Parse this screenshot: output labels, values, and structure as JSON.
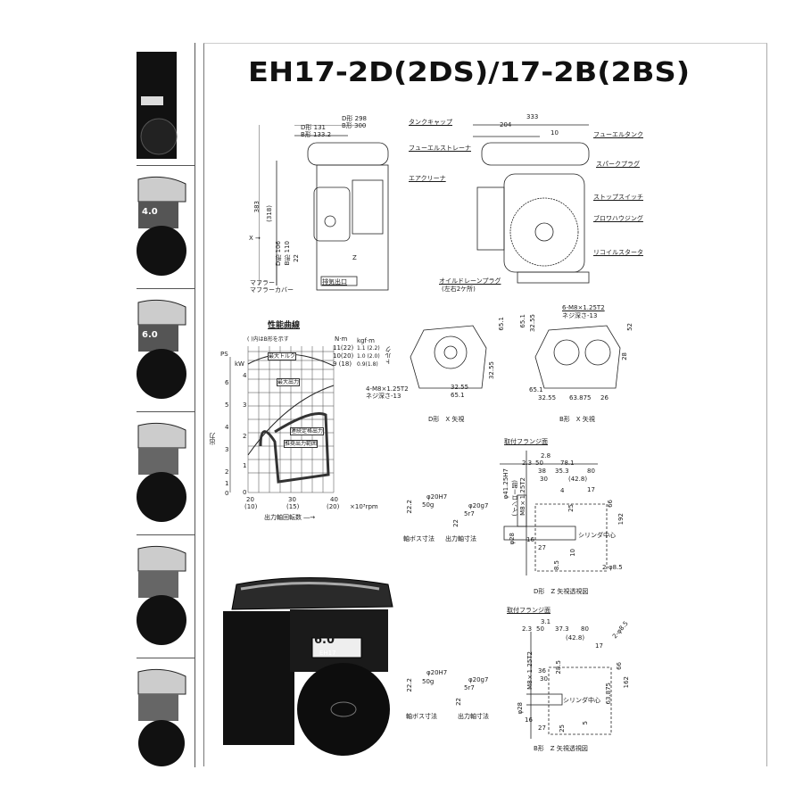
{
  "title": "EH17-2D(2DS)/17-2B(2BS)",
  "front_view": {
    "dims": [
      "D形 298",
      "B形 300",
      "D形 131",
      "B形 133.2",
      "383",
      "(318)",
      "D形 106",
      "B形 110",
      "22"
    ],
    "x_marker": "X →",
    "labels": [
      "タンクキャップ",
      "フューエルストレーナ",
      "エアクリーナ",
      "マフラー",
      "マフラーカバー",
      "排気出口"
    ],
    "z_marker": "Z"
  },
  "side_view": {
    "dims": [
      "333",
      "204",
      "10"
    ],
    "labels": [
      "フューエルタンク",
      "スパークプラグ",
      "ストップスイッチ",
      "ブロワハウジング",
      "リコイルスタータ",
      "オイルドレーンプラグ",
      "(左右2ケ所)"
    ]
  },
  "performance": {
    "title": "性能曲線",
    "note": "( )内はB形を示す",
    "ps_label": "PS",
    "kw_label": "kW",
    "ps_ticks": [
      "0",
      "1",
      "2",
      "3",
      "4",
      "5",
      "6"
    ],
    "kw_ticks": [
      "0",
      "1",
      "2",
      "3",
      "4"
    ],
    "torque_units": [
      "N·m",
      "kgf·m"
    ],
    "torque_nm": [
      "11(22)",
      "10(20)",
      "9 (18)"
    ],
    "torque_kgf": [
      "1.1 (2.2)",
      "1.0 (2.0)",
      "0.9(1.8)"
    ],
    "torque_axis": "トルク",
    "power_axis": "出力",
    "x_ticks": [
      "20",
      "30",
      "40"
    ],
    "x_ticks_b": [
      "(10)",
      "(15)",
      "(20)"
    ],
    "x_unit": "×10³rpm",
    "xlabel": "出力軸回転数 ―→",
    "curve_labels": [
      "最大トルク",
      "最大出力",
      "連続定格出力",
      "推奨出力範囲"
    ]
  },
  "x_view_d": {
    "labels": [
      "4-M8×1.25T2",
      "ネジ深さ-13",
      "32.55",
      "65.1",
      "65.1",
      "32.55"
    ],
    "caption": "D形　X 矢視"
  },
  "x_view_b": {
    "labels": [
      "6-M8×1.25T2",
      "ネジ深さ-13",
      "65.1",
      "32.55",
      "52",
      "28",
      "65.1",
      "32.55",
      "63.875",
      "26"
    ],
    "caption": "B形　X 矢視"
  },
  "z_view_d": {
    "flange": "取付フランジ面",
    "dims": [
      "2.8",
      "2.3",
      "50",
      "78.1",
      "38",
      "35.3",
      "80",
      "30",
      "(42.8)",
      "4",
      "17",
      "φ41.25H7",
      "(インロー部)",
      "M8×1.25T2",
      "φ28",
      "16",
      "27",
      "8.5",
      "2-φ8.5",
      "66",
      "192",
      "25",
      "10"
    ],
    "cyl": "シリンダ中心",
    "shaft_boss": [
      "φ20H7",
      "50g",
      "22.2",
      "軸ボス寸法"
    ],
    "shaft_out": [
      "φ20g7",
      "5r7",
      "22",
      "出力軸寸法"
    ],
    "caption": "D形　Z 矢視透視図"
  },
  "z_view_b": {
    "flange": "取付フランジ面",
    "dims": [
      "3.1",
      "2.3",
      "50",
      "37.3",
      "80",
      "(42.8)",
      "17",
      "2-φ8.5",
      "36",
      "30",
      "M8×1.25T2",
      "φ28",
      "16",
      "27",
      "28.5",
      "66",
      "162",
      "63.875",
      "25",
      "5"
    ],
    "cyl": "シリンダ中心",
    "shaft_boss": [
      "φ20H7",
      "50g",
      "22.2",
      "軸ボス寸法"
    ],
    "shaft_out": [
      "φ20g7",
      "5r7",
      "22",
      "出力軸寸法"
    ],
    "caption": "B形　Z 矢視透視図"
  },
  "photo": {
    "badge": "6.0",
    "model": "EH17"
  },
  "thumbnails": [
    "",
    "4.0",
    "6.0",
    "",
    "",
    ""
  ]
}
